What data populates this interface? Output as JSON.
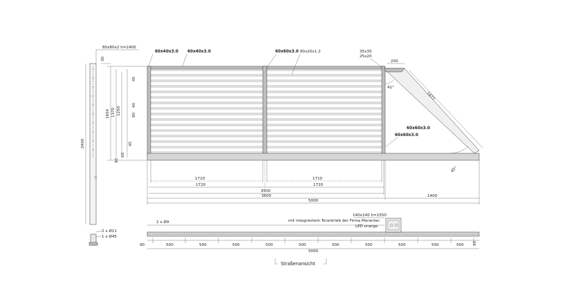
{
  "post": {
    "profile": "80x80x2  h=2400",
    "dim_top": "30",
    "dim_height": "2400",
    "dim_1650": "1650",
    "dim_1370": "1370",
    "dim_1250": "1250",
    "dim_45_top": "45",
    "dim_40": "40",
    "dim_80": "80",
    "dim_45_bottom": "45",
    "dim_60": "60",
    "dim_90": "90",
    "foot_label_1": "2 x Ø11",
    "foot_label_2": "1 x Ø45"
  },
  "elevation": {
    "profile_left": "60x40x3.0",
    "profile_top": "60x40x3.0",
    "profile_mid": "60x60x3.0",
    "profile_lamella": "80x20x1.2",
    "profile_corner_1": "35x35",
    "profile_corner_2": "25x20",
    "dim_200": "200",
    "angle_41": "41°",
    "diag_1877": "1877",
    "profile_brace_1": "60x60x3.0",
    "profile_brace_2": "60x60x3.0",
    "angle_45": "45°",
    "dims": {
      "d1710_left": "1710",
      "d1710_right": "1710",
      "d1720_left": "1720",
      "d1720_right": "1720",
      "d3500": "3500",
      "d3600": "3600",
      "d1400": "1400",
      "d5000": "5000"
    }
  },
  "plan": {
    "holes": "2 x Ø9",
    "drive_1": "140x140 h=1550",
    "drive_2": "mit integriertem Torantrieb der Firma Marantec",
    "drive_3": "LED orange",
    "dim_90_left": "90",
    "dim_90_right": "90",
    "segments": [
      "500",
      "500",
      "500",
      "500",
      "500",
      "500",
      "500",
      "500",
      "500",
      "500"
    ],
    "total": "5000",
    "caption": "Straßenansicht"
  }
}
